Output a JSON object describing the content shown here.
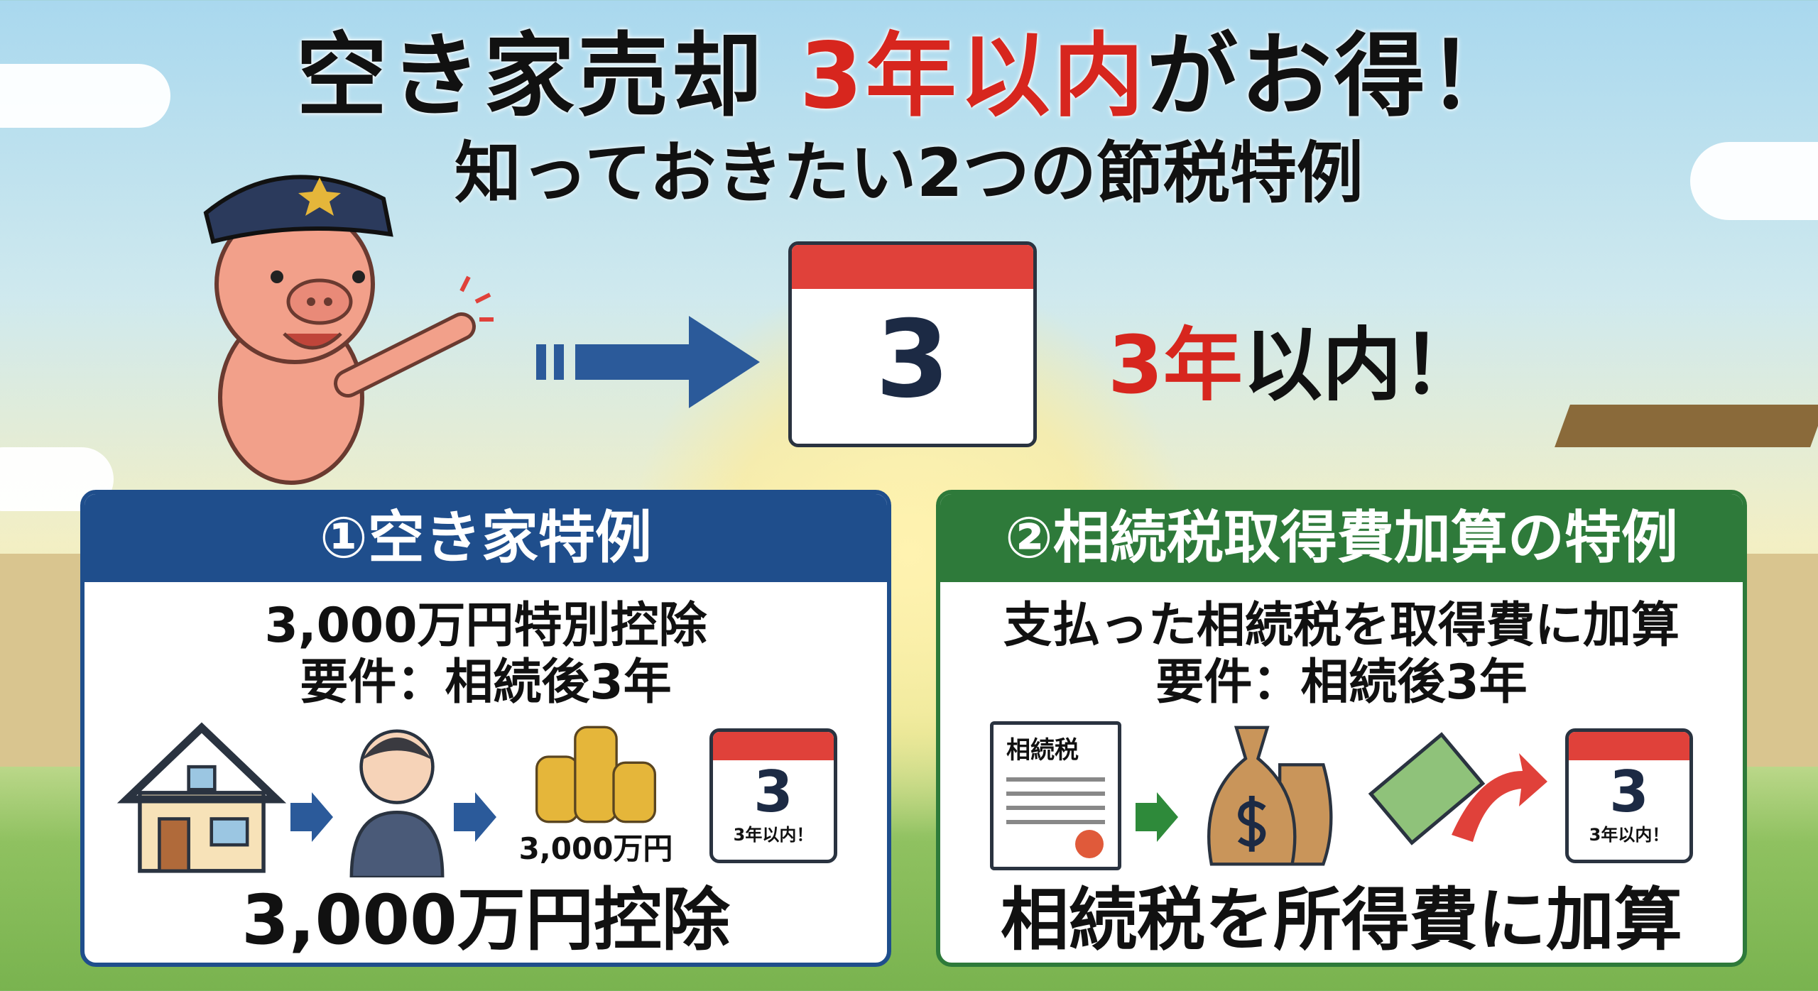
{
  "title": {
    "part1": "空き家売却 ",
    "highlight": "3年以内",
    "part2": "がお得！",
    "subtitle": "知っておきたい2つの節税特例"
  },
  "hero": {
    "calendar_number": "3",
    "highlight": "3年",
    "rest": "以内！"
  },
  "panel1": {
    "header": "①空き家特例",
    "line1": "3,000万円特別控除",
    "line2": "要件：相続後3年",
    "coins_label": "3,000万円",
    "calendar_number": "3",
    "calendar_label": "3年以内！",
    "footer": "3,000万円控除"
  },
  "panel2": {
    "header": "②相続税取得費加算の特例",
    "line1": "支払った相続税を取得費に加算",
    "line2": "要件：相続後3年",
    "document_label": "相続税",
    "calendar_number": "3",
    "calendar_label": "3年以内！",
    "footer": "相続税を所得費に加算"
  },
  "colors": {
    "blue": "#1f4e8c",
    "green": "#2e7a3a",
    "red": "#d7261e"
  }
}
